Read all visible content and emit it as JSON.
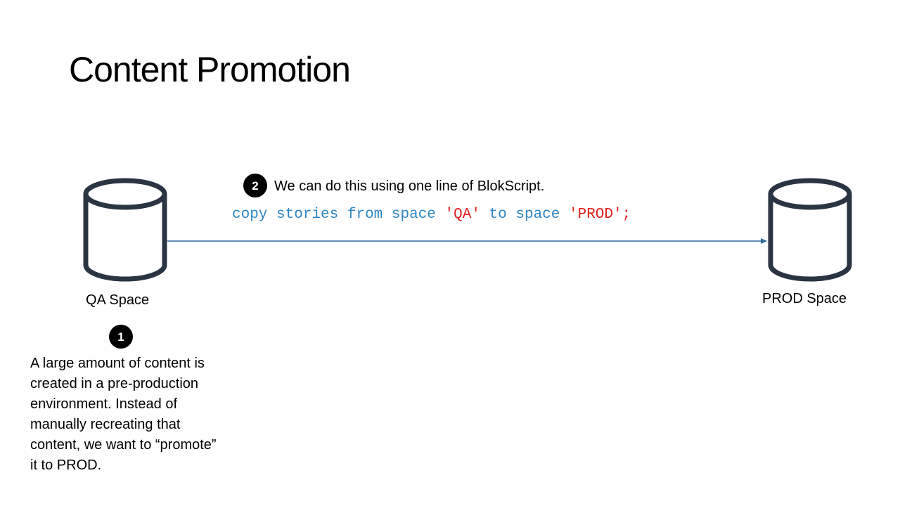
{
  "slide": {
    "title": "Content Promotion",
    "qa_space_label": "QA Space",
    "prod_space_label": "PROD Space",
    "qa_icon": "database-cylinder-icon",
    "prod_icon": "database-cylinder-icon"
  },
  "step1": {
    "number": "1",
    "text": "A large amount of content is\ncreated in a pre-production\nenvironment.  Instead of\nmanually recreating that\ncontent, we want to “promote”\nit to PROD."
  },
  "step2": {
    "number": "2",
    "text": "We can do this using one line of BlokScript."
  },
  "code": {
    "kw_copy": "copy",
    "kw_stories": "stories",
    "kw_from": "from",
    "kw_space1": "space",
    "str_qa": "'QA'",
    "kw_to": "to",
    "kw_space2": "space",
    "str_prod": "'PROD'",
    "terminator": ";"
  },
  "colors": {
    "keyword": "#2e86c1",
    "string": "#e02020",
    "arrow": "#2e6ea0",
    "icon_stroke": "#2b3442",
    "badge_bg": "#000000",
    "badge_text": "#ffffff"
  }
}
